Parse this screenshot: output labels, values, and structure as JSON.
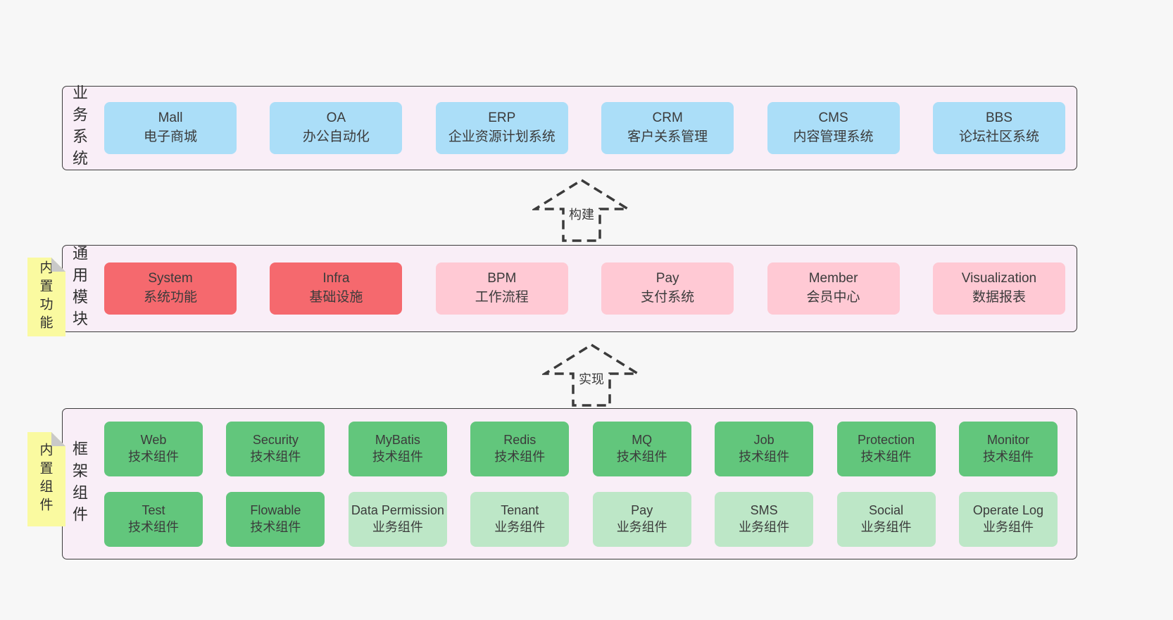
{
  "arrows": [
    {
      "label": "构建"
    },
    {
      "label": "实现"
    }
  ],
  "colors": {
    "page_bg": "#f7f7f7",
    "band_bg": "#f9eef7",
    "band_border": "#3b3b3b",
    "blue_box": "#abdef8",
    "red_box": "#f5696e",
    "pink_box": "#ffc9d4",
    "green_box": "#62c67c",
    "light_green_box": "#bde7c7",
    "note_bg": "#fafaa0",
    "note_fold": "#c9c9c9",
    "text": "#3b3b3b"
  },
  "bands": [
    {
      "label": "业务系统",
      "rows": [
        [
          {
            "en": "Mall",
            "zh": "电子商城"
          },
          {
            "en": "OA",
            "zh": "办公自动化"
          },
          {
            "en": "ERP",
            "zh": "企业资源计划系统"
          },
          {
            "en": "CRM",
            "zh": "客户关系管理"
          },
          {
            "en": "CMS",
            "zh": "内容管理系统"
          },
          {
            "en": "BBS",
            "zh": "论坛社区系统"
          }
        ]
      ]
    },
    {
      "label": "通用模块",
      "note": "内置功能",
      "rows": [
        [
          {
            "en": "System",
            "zh": "系统功能"
          },
          {
            "en": "Infra",
            "zh": "基础设施"
          },
          {
            "en": "BPM",
            "zh": "工作流程"
          },
          {
            "en": "Pay",
            "zh": "支付系统"
          },
          {
            "en": "Member",
            "zh": "会员中心"
          },
          {
            "en": "Visualization",
            "zh": "数据报表"
          }
        ]
      ]
    },
    {
      "label": "框架组件",
      "note": "内置组件",
      "rows": [
        [
          {
            "en": "Web",
            "zh": "技术组件"
          },
          {
            "en": "Security",
            "zh": "技术组件"
          },
          {
            "en": "MyBatis",
            "zh": "技术组件"
          },
          {
            "en": "Redis",
            "zh": "技术组件"
          },
          {
            "en": "MQ",
            "zh": "技术组件"
          },
          {
            "en": "Job",
            "zh": "技术组件"
          },
          {
            "en": "Protection",
            "zh": "技术组件"
          },
          {
            "en": "Monitor",
            "zh": "技术组件"
          }
        ],
        [
          {
            "en": "Test",
            "zh": "技术组件"
          },
          {
            "en": "Flowable",
            "zh": "技术组件"
          },
          {
            "en": "Data Permission",
            "zh": "业务组件"
          },
          {
            "en": "Tenant",
            "zh": "业务组件"
          },
          {
            "en": "Pay",
            "zh": "业务组件"
          },
          {
            "en": "SMS",
            "zh": "业务组件"
          },
          {
            "en": "Social",
            "zh": "业务组件"
          },
          {
            "en": "Operate Log",
            "zh": "业务组件"
          }
        ]
      ]
    }
  ]
}
